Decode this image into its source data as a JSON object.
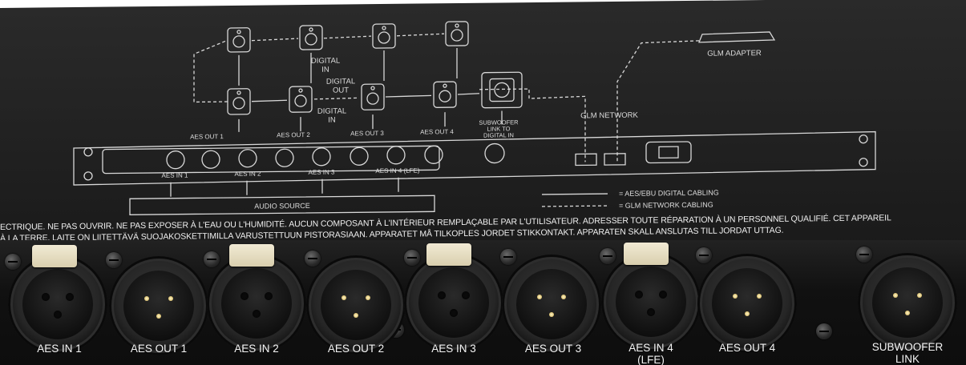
{
  "diagram": {
    "digital_in_top": "DIGITAL\nIN",
    "digital_out": "DIGITAL\nOUT",
    "digital_in_mid": "DIGITAL\nIN",
    "glm_adapter": "GLM ADAPTER",
    "glm_network": "GLM NETWORK",
    "aes_out_1": "AES OUT 1",
    "aes_out_2": "AES OUT 2",
    "aes_out_3": "AES OUT 3",
    "aes_out_4": "AES OUT 4",
    "subwoofer_link": "SUBWOOFER\nLINK TO\nDIGITAL IN",
    "aes_in_1": "AES IN 1",
    "aes_in_2": "AES IN 2",
    "aes_in_3": "AES IN 3",
    "aes_in_4": "AES IN 4 (LFE)",
    "audio_source": "AUDIO SOURCE",
    "legend_aes": "= AES/EBU DIGITAL CABLING",
    "legend_glm": "= GLM NETWORK CABLING"
  },
  "warnings": {
    "line1": "ECTRIQUE. NE PAS OUVRIR. NE PAS EXPOSER À L'EAU OU L'HUMIDITÉ. AUCUN COMPOSANT À L'INTÉRIEUR REMPLAÇABLE PAR L'UTILISATEUR. ADRESSER TOUTE RÉPARATION À  UN PERSONNEL QUALIFIÉ. CET APPAREIL",
    "line2": "À LA TERRE.        LAITE ON LIITETTÄVÄ SUOJAKOSKETTIMILLA VARUSTETTUUN PISTORASIAAN.                        APPARATET MÅ TILKOPLES JORDET STIKKONTAKT. APPARATEN SKALL ANSLUTAS TILL JORDAT  UTTAG."
  },
  "connectors": [
    {
      "label": "AES IN 1",
      "type": "female"
    },
    {
      "label": "AES OUT 1",
      "type": "male"
    },
    {
      "label": "AES IN 2",
      "type": "female"
    },
    {
      "label": "AES OUT 2",
      "type": "male"
    },
    {
      "label": "AES IN 3",
      "type": "female"
    },
    {
      "label": "AES OUT 3",
      "type": "male"
    },
    {
      "label": "AES IN 4\n(LFE)",
      "type": "female"
    },
    {
      "label": "AES OUT 4",
      "type": "male"
    },
    {
      "label": "SUBWOOFER\nLINK",
      "type": "male"
    }
  ],
  "colors": {
    "panel": "#1c1c1c",
    "print": "#e8e8e8",
    "latch": "#e6dcc0"
  }
}
